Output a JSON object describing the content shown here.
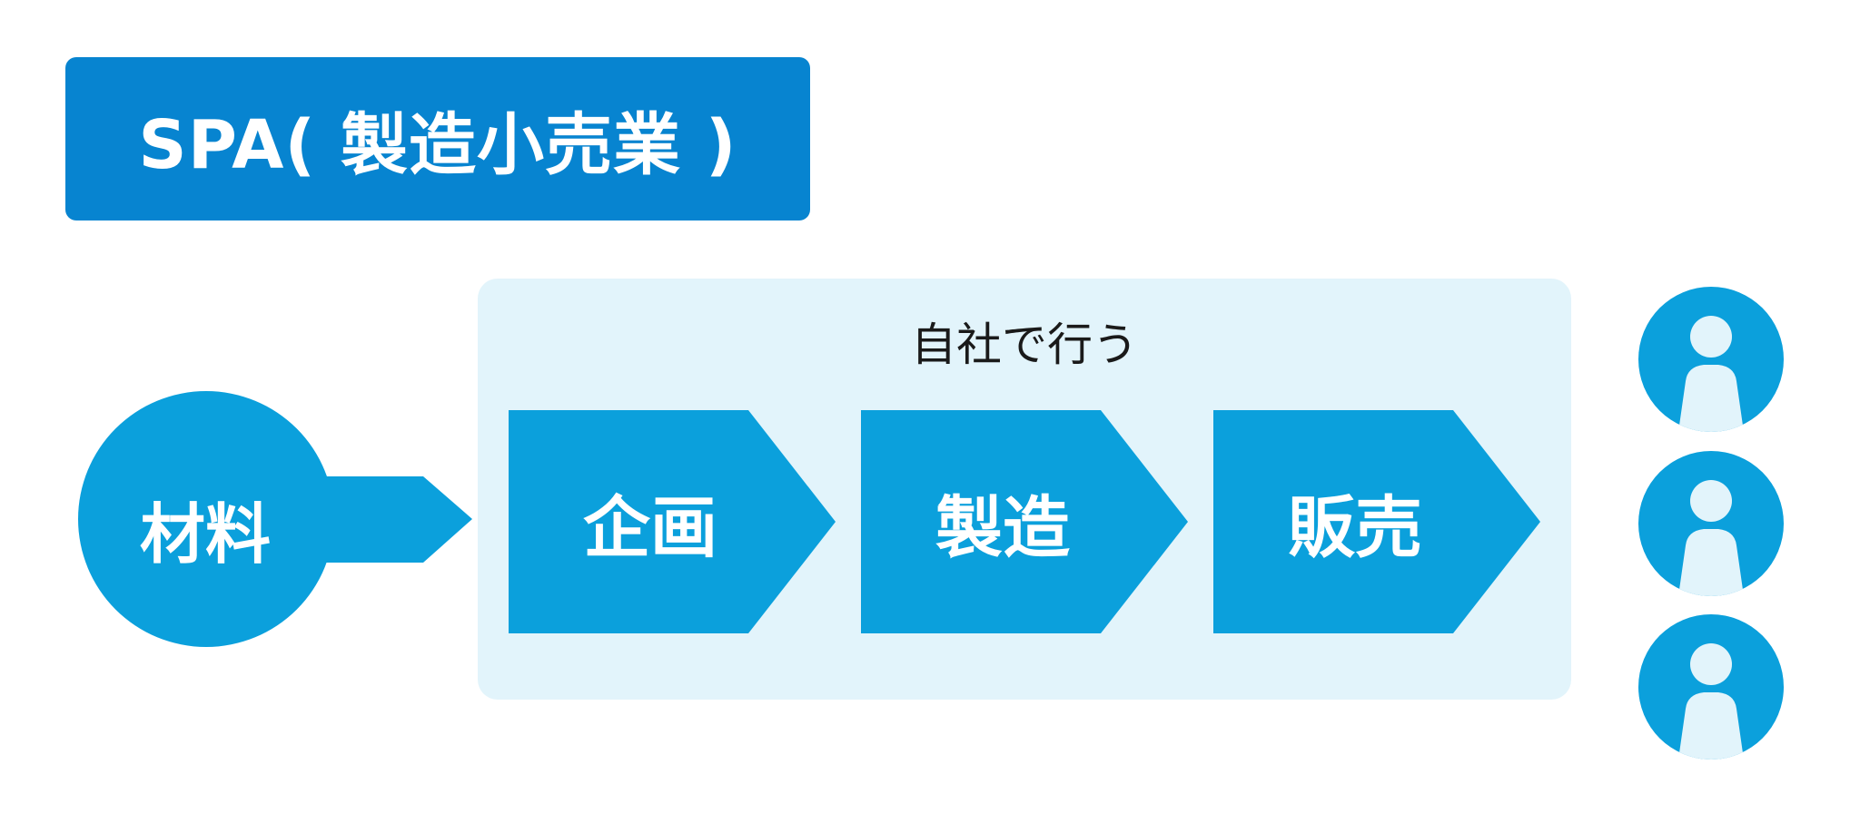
{
  "title": "SPA( 製造小売業 )",
  "panel": {
    "caption": "自社で行う"
  },
  "material": {
    "label": "材料"
  },
  "steps": [
    {
      "label": "企画"
    },
    {
      "label": "製造"
    },
    {
      "label": "販売"
    }
  ],
  "customers": [
    {
      "icon": "person-icon"
    },
    {
      "icon": "person-icon"
    },
    {
      "icon": "person-icon"
    }
  ],
  "colors": {
    "primary": "#0784d0",
    "shape_blue": "#0ba0dc",
    "panel_bg": "#e2f4fb",
    "icon_light": "#e2f4fb",
    "text_dark": "#1a1a1a",
    "white": "#ffffff"
  }
}
